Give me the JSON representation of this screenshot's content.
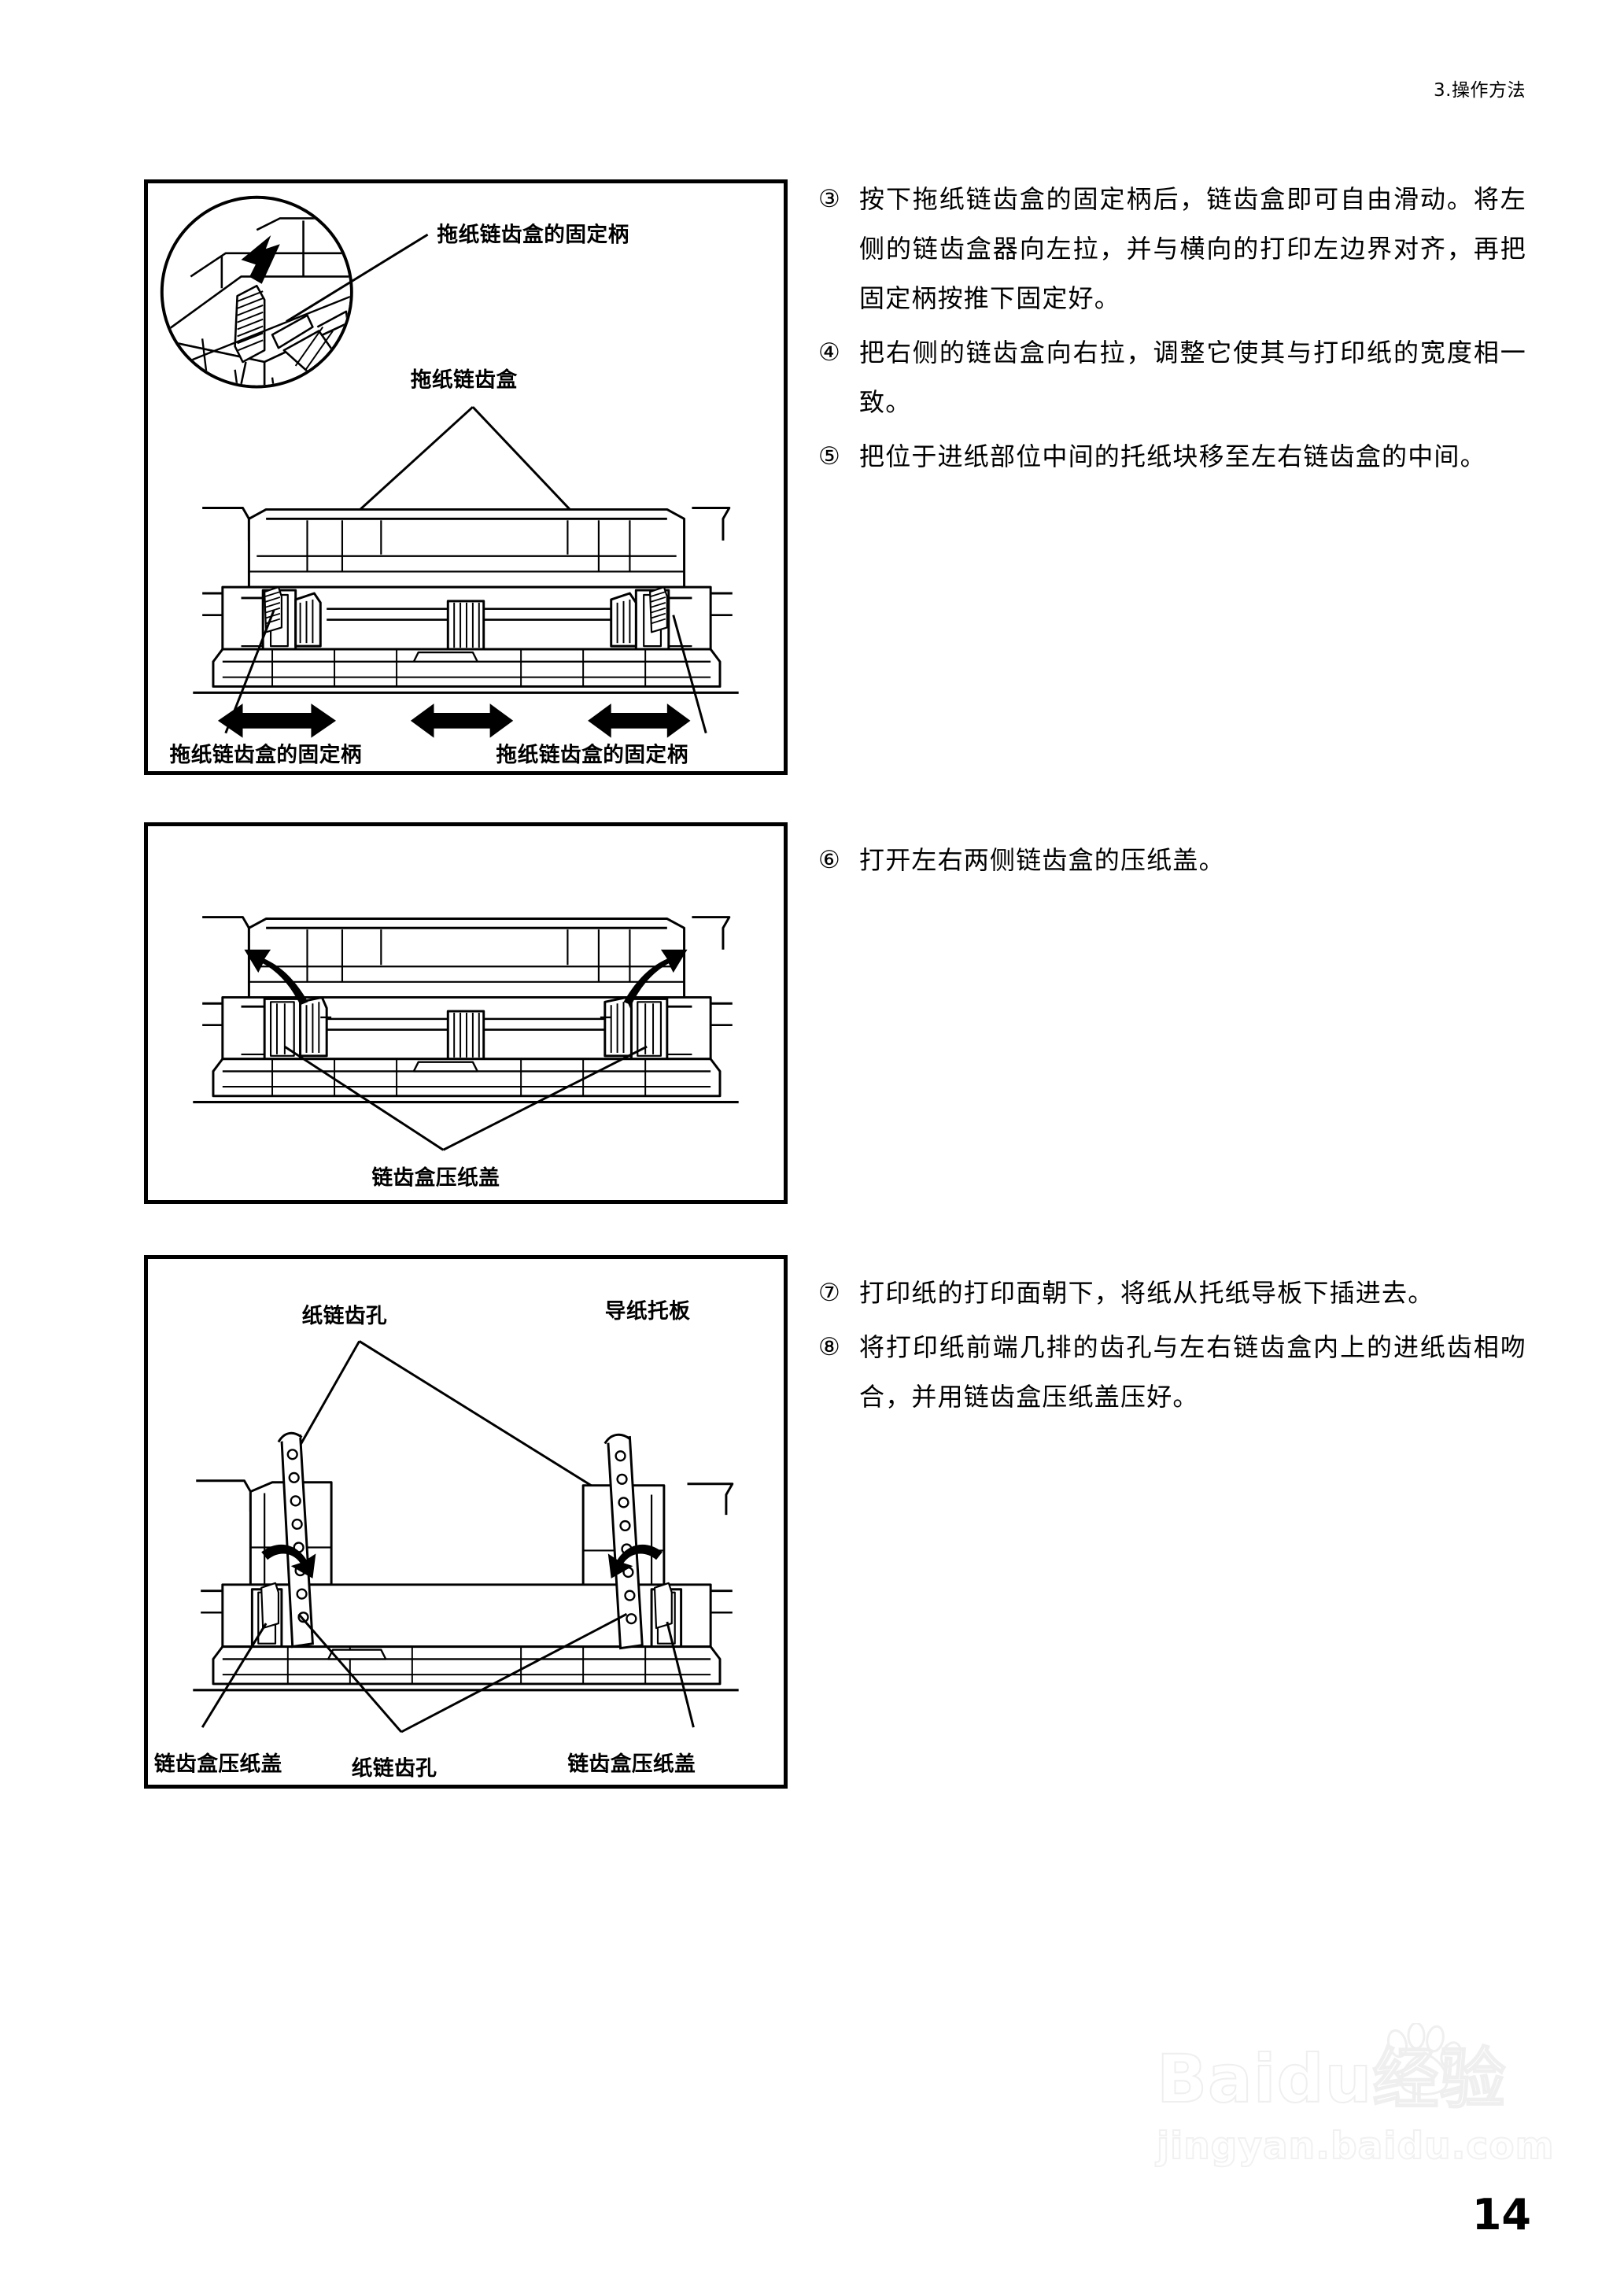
{
  "header": {
    "running_head": "3.操作方法"
  },
  "page_number": "14",
  "watermark": {
    "brand": "Baidu经验",
    "url": "jingyan.baidu.com"
  },
  "figures": [
    {
      "id": "figure-1",
      "callouts": {
        "detail_handle": "拖纸链齿盒的固定柄",
        "tractor_unit": "拖纸链齿盒",
        "bottom_left_handle": "拖纸链齿盒的固定柄",
        "bottom_right_handle": "拖纸链齿盒的固定柄"
      }
    },
    {
      "id": "figure-2",
      "callouts": {
        "paper_cover": "链齿盒压纸盖"
      }
    },
    {
      "id": "figure-3",
      "callouts": {
        "sprocket_holes_top": "纸链齿孔",
        "paper_guide_plate": "导纸托板",
        "cover_left": "链齿盒压纸盖",
        "sprocket_holes_bottom": "纸链齿孔",
        "cover_right": "链齿盒压纸盖"
      }
    }
  ],
  "instructions": {
    "group_1": [
      {
        "marker": "③",
        "text": "按下拖纸链齿盒的固定柄后，链齿盒即可自由滑动。将左侧的链齿盒器向左拉，并与横向的打印左边界对齐，再把固定柄按推下固定好。"
      },
      {
        "marker": "④",
        "text": "把右侧的链齿盒向右拉，调整它使其与打印纸的宽度相一致。"
      },
      {
        "marker": "⑤",
        "text": "把位于进纸部位中间的托纸块移至左右链齿盒的中间。"
      }
    ],
    "group_2": [
      {
        "marker": "⑥",
        "text": "打开左右两侧链齿盒的压纸盖。"
      }
    ],
    "group_3": [
      {
        "marker": "⑦",
        "text": "打印纸的打印面朝下，将纸从托纸导板下插进去。"
      },
      {
        "marker": "⑧",
        "text": "将打印纸前端几排的齿孔与左右链齿盒内上的进纸齿相吻合，并用链齿盒压纸盖压好。"
      }
    ]
  }
}
